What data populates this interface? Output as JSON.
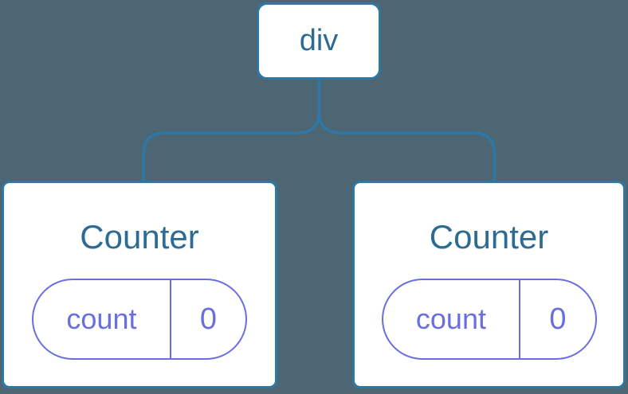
{
  "colors": {
    "bg": "#4C6773",
    "line": "#2E78A6",
    "node_fill": "#FFFFFF",
    "node_text": "#2C6C93",
    "accent": "#6A6FDE"
  },
  "tree": {
    "root": {
      "label": "div"
    },
    "children": [
      {
        "title": "Counter",
        "state": {
          "key": "count",
          "value": "0"
        }
      },
      {
        "title": "Counter",
        "state": {
          "key": "count",
          "value": "0"
        }
      }
    ]
  }
}
